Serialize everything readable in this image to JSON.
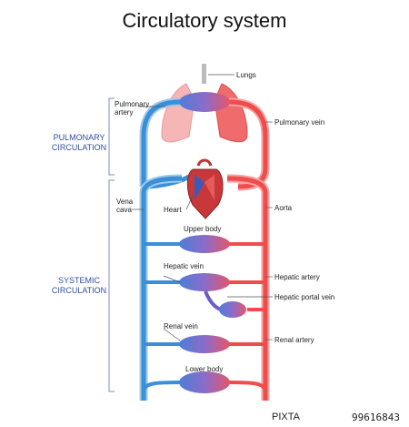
{
  "title": "Circulatory system",
  "sections": {
    "pulmonary": [
      "PULMONARY",
      "CIRCULATION"
    ],
    "systemic": [
      "SYSTEMIC",
      "CIRCULATION"
    ]
  },
  "labels": {
    "lungs": "Lungs",
    "pulmonary_artery": [
      "Pulmonary",
      "artery"
    ],
    "pulmonary_vein": "Pulmonary vein",
    "vena_cava": [
      "Vena",
      "cava"
    ],
    "heart": "Heart",
    "aorta": "Aorta",
    "upper_body": "Upper body",
    "hepatic_vein": "Hepatic vein",
    "hepatic_artery": "Hepatic artery",
    "hepatic_portal_vein": "Hepatic portal vein",
    "renal_vein": "Renal vein",
    "renal_artery": "Renal artery",
    "lower_body": "Lower body"
  },
  "footer": {
    "logo": "PIXTA",
    "image_id": "99616843"
  },
  "colors": {
    "vein": "#3b8fd6",
    "artery": "#ef4c4c",
    "lung_tissue": "#f6b6b6",
    "capillary_blue": "#5a6fd8",
    "capillary_red": "#e25a6a",
    "bracket": "#7a8fbf"
  }
}
